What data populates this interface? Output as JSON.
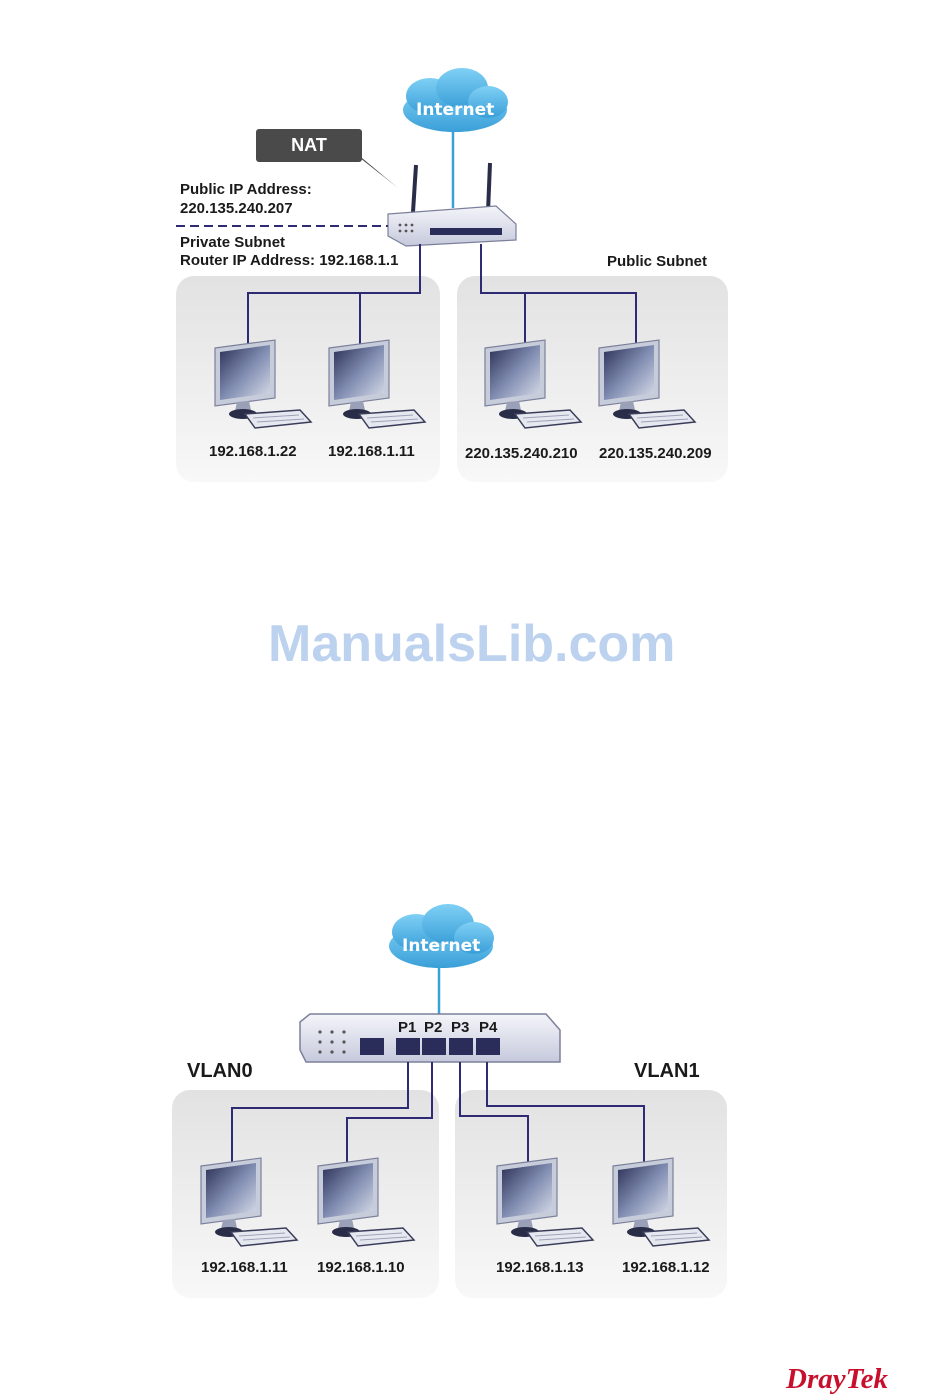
{
  "diagram1": {
    "cloud_label": "Internet",
    "nat_label": "NAT",
    "public_ip_title": "Public IP Address:",
    "public_ip_value": "220.135.240.207",
    "private_subnet": "Private Subnet",
    "router_ip": "Router IP Address: 192.168.1.1",
    "public_subnet": "Public Subnet",
    "pcs": [
      "192.168.1.22",
      "192.168.1.11",
      "220.135.240.210",
      "220.135.240.209"
    ]
  },
  "watermark": "ManualsLib.com",
  "diagram2": {
    "cloud_label": "Internet",
    "ports": [
      "P1",
      "P2",
      "P3",
      "P4"
    ],
    "vlan_left": "VLAN0",
    "vlan_right": "VLAN1",
    "pcs": [
      "192.168.1.11",
      "192.168.1.10",
      "192.168.1.13",
      "192.168.1.12"
    ]
  },
  "logo": "DrayTek",
  "colors": {
    "cable": "#2e2a73",
    "cloud": "#5ab4e6",
    "uplink": "#3aa0d8",
    "panel": "#ececec",
    "watermark": "#bcd2ee",
    "brand": "#c8102e"
  }
}
